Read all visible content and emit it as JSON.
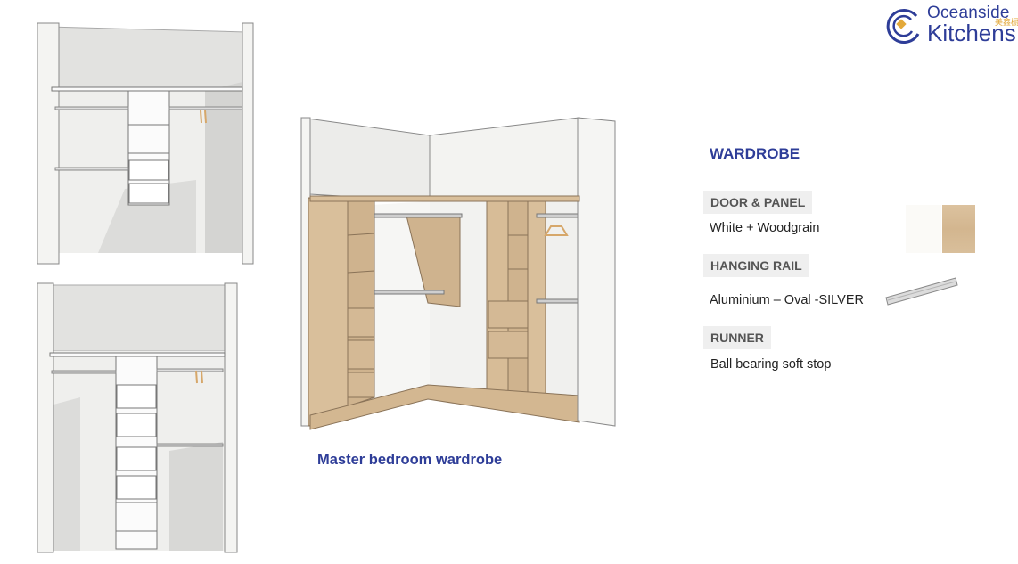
{
  "logo": {
    "line1": "Oceanside",
    "line2": "Kitchens",
    "chinese": "美鑫橱柜",
    "icon": "concentric-arc-logo-icon",
    "colors": {
      "primary": "#2e3d98",
      "accent": "#e3a93a"
    }
  },
  "section": {
    "title": "WARDROBE"
  },
  "specs": {
    "door_panel": {
      "label": "DOOR & PANEL",
      "value": "White + Woodgrain"
    },
    "hanging_rail": {
      "label": "HANGING RAIL",
      "value": "Aluminium – Oval -SILVER"
    },
    "runner": {
      "label": "RUNNER",
      "value": "Ball bearing soft stop"
    }
  },
  "swatches": {
    "white": "#fbfaf7",
    "woodgrain": "#d6bb94"
  },
  "caption": "Master bedroom wardrobe"
}
